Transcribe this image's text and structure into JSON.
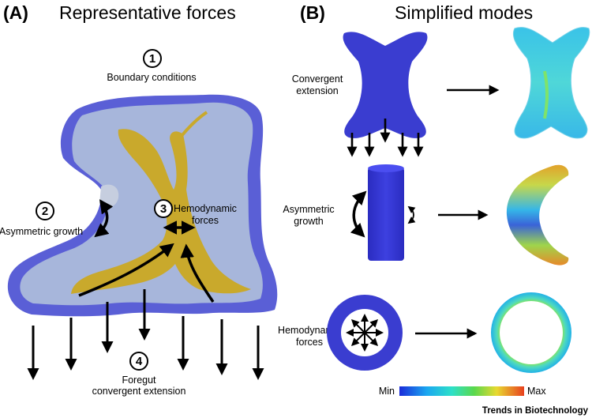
{
  "panel_a": {
    "letter": "(A)",
    "title": "Representative forces",
    "callouts": [
      {
        "number": "1",
        "label": "Boundary conditions"
      },
      {
        "number": "2",
        "label": "Asymmetric growth"
      },
      {
        "number": "3",
        "label_lines": [
          "Hemodynamic",
          "forces"
        ]
      },
      {
        "number": "4",
        "label_lines": [
          "Foregut",
          "convergent extension"
        ]
      }
    ]
  },
  "panel_b": {
    "letter": "(B)",
    "title": "Simplified modes",
    "rows": [
      {
        "label_lines": [
          "Convergent",
          "extension"
        ]
      },
      {
        "label_lines": [
          "Asymmetric",
          "growth"
        ]
      },
      {
        "label_lines": [
          "Hemodynamic",
          "forces"
        ]
      }
    ],
    "colorbar": {
      "min_label": "Min",
      "max_label": "Max"
    }
  },
  "credit": "Trends in Biotechnology",
  "colors": {
    "tissue_outer": "#5a5fd6",
    "tissue_inner": "#9fb0d8",
    "endoderm": "#c9a92c",
    "model": "#3a3dd0"
  }
}
